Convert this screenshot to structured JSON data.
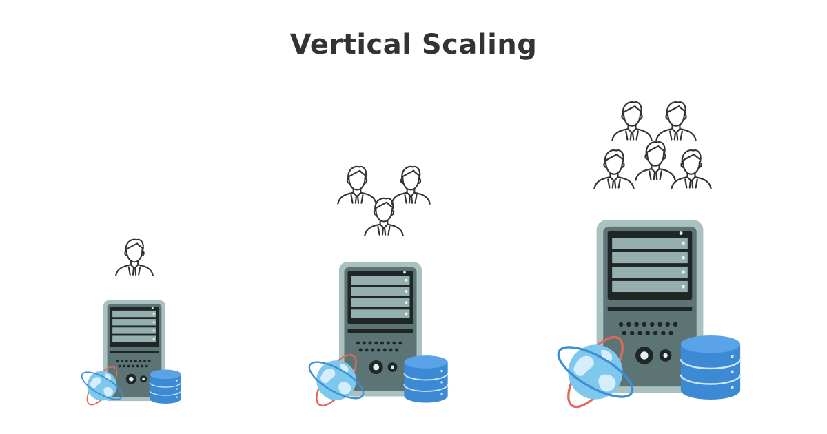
{
  "title": "Vertical Scaling",
  "colors": {
    "server_body": "#5d7474",
    "server_border": "#a9c1c1",
    "server_dark": "#1f2626",
    "drive_bay": "#95aeae",
    "drive_dot": "#e8efef",
    "globe_fill": "#7ec8ee",
    "globe_land": "#d6eefb",
    "globe_ring_blue": "#3a8fd6",
    "globe_ring_red": "#e2685c",
    "db_fill": "#3d8ad4",
    "db_top": "#5aa3e6",
    "db_line": "#cfe6fb",
    "person_stroke": "#333333"
  },
  "groups": [
    {
      "name": "small",
      "users": 1,
      "drive_bays": 4
    },
    {
      "name": "medium",
      "users": 3,
      "drive_bays": 4
    },
    {
      "name": "large",
      "users": 5,
      "drive_bays": 4
    }
  ],
  "icons": [
    "person-icon",
    "server-icon",
    "globe-icon",
    "database-icon"
  ]
}
